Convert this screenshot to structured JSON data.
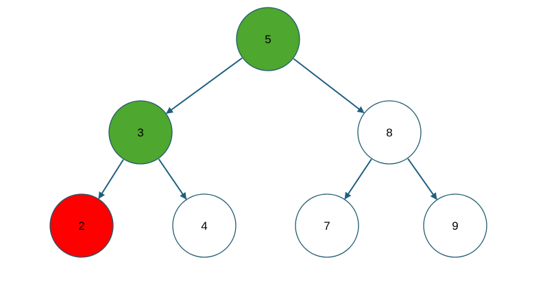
{
  "colors": {
    "green": "#4ea72e",
    "red": "#ff0000",
    "white": "#ffffff",
    "stroke": "#1f5a6e",
    "edge": "#1f5f7f"
  },
  "tree": {
    "nodes": [
      {
        "id": "n5",
        "label": "5",
        "fill": "green"
      },
      {
        "id": "n3",
        "label": "3",
        "fill": "green"
      },
      {
        "id": "n8",
        "label": "8",
        "fill": "white"
      },
      {
        "id": "n2",
        "label": "2",
        "fill": "red"
      },
      {
        "id": "n4",
        "label": "4",
        "fill": "white"
      },
      {
        "id": "n7",
        "label": "7",
        "fill": "white"
      },
      {
        "id": "n9",
        "label": "9",
        "fill": "white"
      }
    ],
    "edges": [
      {
        "from": "n5",
        "to": "n3"
      },
      {
        "from": "n5",
        "to": "n8"
      },
      {
        "from": "n3",
        "to": "n2"
      },
      {
        "from": "n3",
        "to": "n4"
      },
      {
        "from": "n8",
        "to": "n7"
      },
      {
        "from": "n8",
        "to": "n9"
      }
    ]
  }
}
